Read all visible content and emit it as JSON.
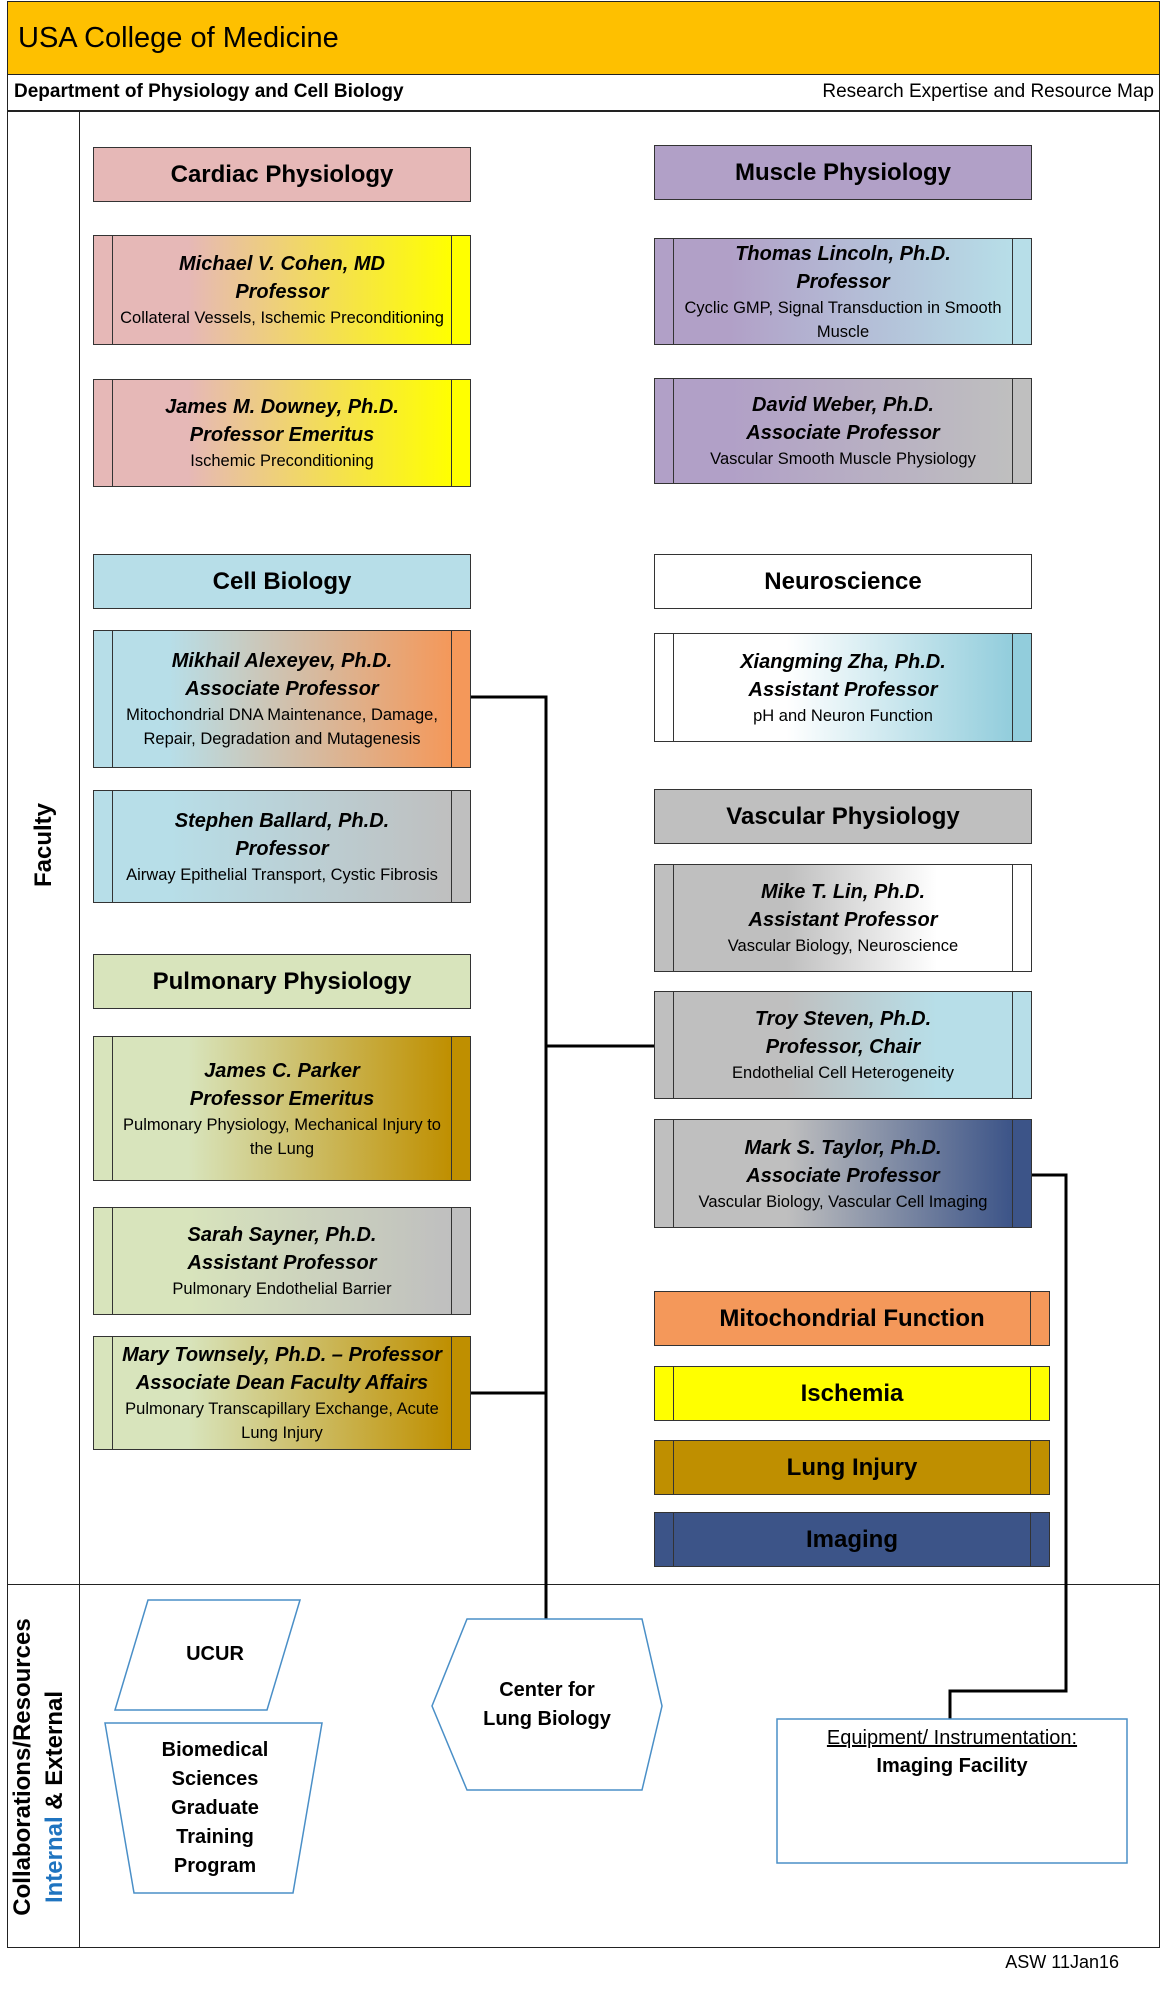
{
  "header": {
    "title": "USA College of Medicine",
    "department": "Department of Physiology and Cell Biology",
    "map_title": "Research Expertise and Resource Map"
  },
  "side_labels": {
    "faculty": "Faculty",
    "collab_line1": "Collaborations/Resources",
    "collab_internal": "Internal",
    "collab_amp": " & External"
  },
  "groups": {
    "cardiac": "Cardiac Physiology",
    "muscle": "Muscle Physiology",
    "cell_bio": "Cell Biology",
    "neuro": "Neuroscience",
    "pulmonary": "Pulmonary Physiology",
    "vascular": "Vascular Physiology"
  },
  "faculty": {
    "cohen": {
      "name": "Michael V. Cohen, MD",
      "title": "Professor",
      "desc": "Collateral Vessels, Ischemic Preconditioning"
    },
    "downey": {
      "name": "James M. Downey, Ph.D.",
      "title": "Professor Emeritus",
      "desc": "Ischemic Preconditioning"
    },
    "lincoln": {
      "name": "Thomas Lincoln, Ph.D.",
      "title": "Professor",
      "desc": "Cyclic GMP, Signal Transduction in Smooth Muscle"
    },
    "weber": {
      "name": "David Weber, Ph.D.",
      "title": "Associate Professor",
      "desc": "Vascular Smooth Muscle Physiology"
    },
    "alexeyev": {
      "name": "Mikhail Alexeyev, Ph.D.",
      "title": "Associate Professor",
      "desc": "Mitochondrial DNA Maintenance, Damage,  Repair, Degradation and Mutagenesis"
    },
    "ballard": {
      "name": "Stephen Ballard, Ph.D.",
      "title": "Professor",
      "desc": "Airway Epithelial Transport, Cystic Fibrosis"
    },
    "zha": {
      "name": "Xiangming Zha, Ph.D.",
      "title": "Assistant Professor",
      "desc": "pH and Neuron Function"
    },
    "lin": {
      "name": "Mike T. Lin, Ph.D.",
      "title": "Assistant Professor",
      "desc": "Vascular Biology, Neuroscience"
    },
    "parker": {
      "name": "James C. Parker",
      "title": "Professor Emeritus",
      "desc": "Pulmonary Physiology, Mechanical Injury to the Lung"
    },
    "stevens": {
      "name": "Troy Steven, Ph.D.",
      "title": "Professor, Chair",
      "desc": "Endothelial Cell Heterogeneity"
    },
    "taylor": {
      "name": "Mark S. Taylor, Ph.D.",
      "title": "Associate Professor",
      "desc": "Vascular Biology, Vascular Cell Imaging"
    },
    "sayner": {
      "name": "Sarah Sayner, Ph.D.",
      "title": "Assistant Professor",
      "desc": "Pulmonary Endothelial Barrier"
    },
    "townsley": {
      "name": "Mary Townsely, Ph.D. – Professor",
      "title": "Associate Dean Faculty Affairs",
      "desc": "Pulmonary Transcapillary Exchange, Acute Lung Injury"
    }
  },
  "legend": {
    "mito": {
      "label": "Mitochondrial Function",
      "color": "#f4985a"
    },
    "ischemia": {
      "label": "Ischemia",
      "color": "#ffff00"
    },
    "lung_injury": {
      "label": "Lung Injury",
      "color": "#bf8f00"
    },
    "imaging": {
      "label": "Imaging",
      "color": "#3c5488"
    }
  },
  "resources": {
    "ucur": "UCUR",
    "biomed": "Biomedical Sciences Graduate Training Program",
    "center": "Center for Lung Biology",
    "equipment_heading": "Equipment/ Instrumentation:",
    "equipment_item": "Imaging Facility"
  },
  "footer": "ASW 11Jan16",
  "colors": {
    "title_bar": "#fec000",
    "cardiac": "#e6b8b7",
    "muscle": "#b1a0c7",
    "cell_bio": "#b7dee8",
    "pulmonary": "#d8e4bc",
    "vascular": "#bfbfbf",
    "internal_text": "#1f74c0",
    "shape_outline": "#4a8fc7"
  }
}
